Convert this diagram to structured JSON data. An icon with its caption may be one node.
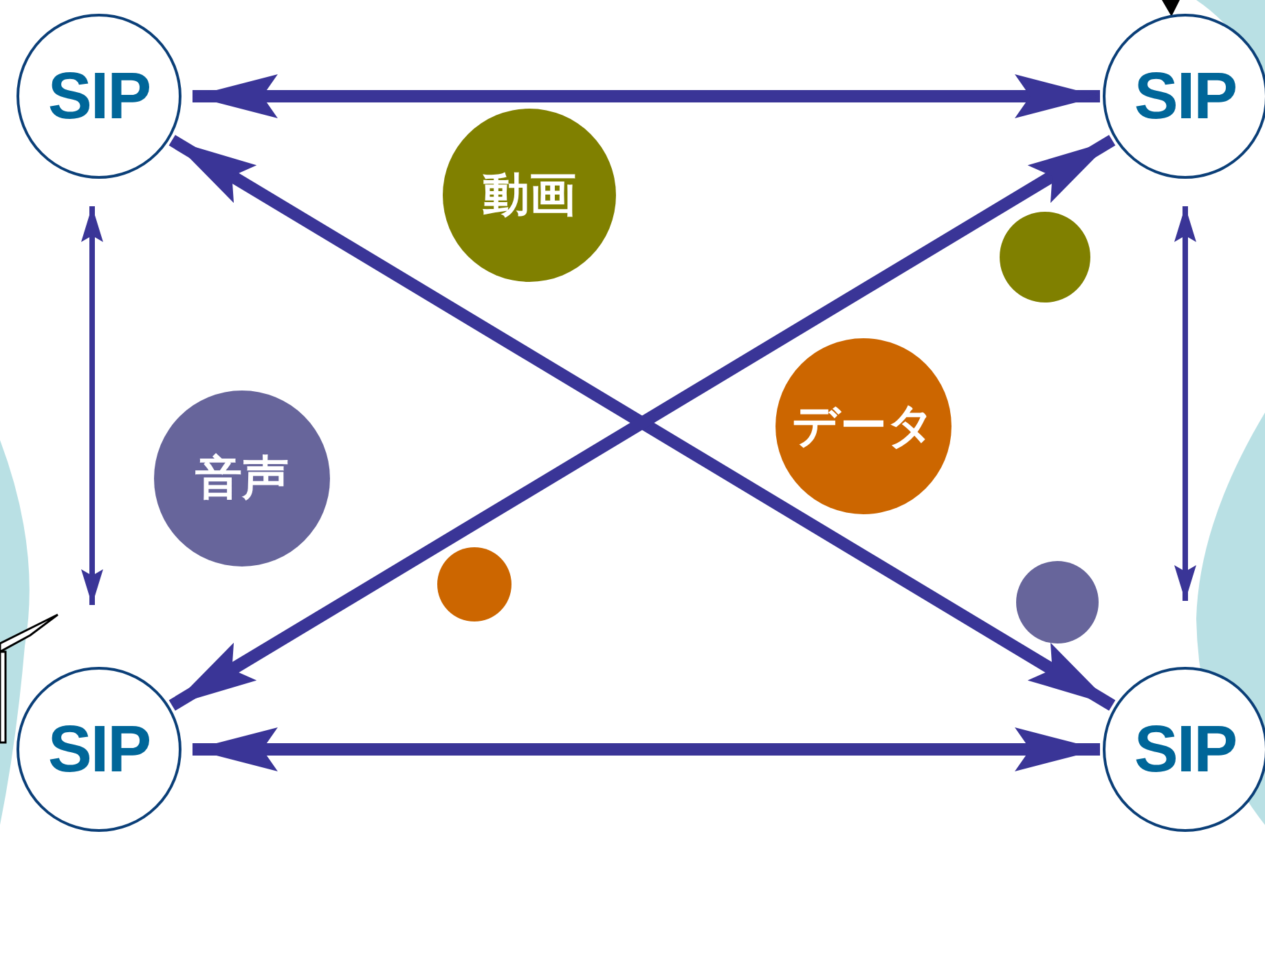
{
  "diagram": {
    "nodes": [
      {
        "text": [
          "SIP"
        ]
      },
      {
        "text": [
          "SIP"
        ]
      },
      {
        "text": [
          "SIP"
        ]
      },
      {
        "text": [
          "SIP"
        ]
      },
      {
        "text": [
          "動画"
        ]
      },
      {
        "text": [
          "音声"
        ]
      },
      {
        "text": [
          "データ"
        ]
      },
      {
        "text": [],
        "shape": "circle"
      },
      {
        "text": [],
        "shape": "circle"
      },
      {
        "text": [],
        "shape": "circle"
      }
    ],
    "edges": [
      {
        "from": 0,
        "to": 1,
        "arrow": "both"
      },
      {
        "from": 0,
        "to": 2,
        "arrow": "both"
      },
      {
        "from": 1,
        "to": 3,
        "arrow": "both"
      },
      {
        "from": 0,
        "to": 3,
        "arrow": "both"
      },
      {
        "from": 2,
        "to": 1,
        "arrow": "both"
      },
      {
        "from": 2,
        "to": 3,
        "arrow": "both"
      }
    ]
  }
}
